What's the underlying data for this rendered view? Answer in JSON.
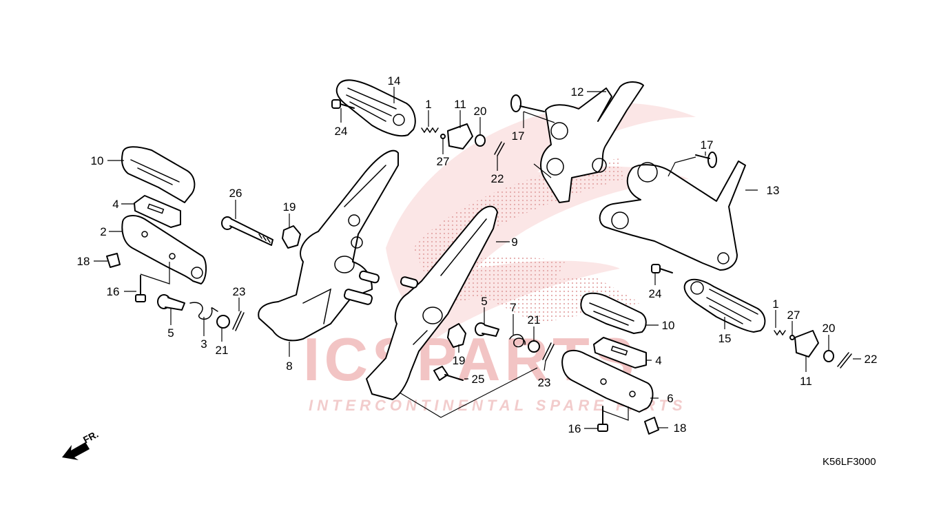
{
  "watermark": {
    "brand": "ICSPARTS",
    "tagline": "INTERCONTINENTAL SPARE PARTS"
  },
  "diagram_code": "K56LF3000",
  "direction_label": "FR.",
  "callouts": {
    "c14": "14",
    "c1a": "1",
    "c11a": "11",
    "c20a": "20",
    "c24a": "24",
    "c27a": "27",
    "c22a": "22",
    "c12": "12",
    "c17a": "17",
    "c10a": "10",
    "c4a": "4",
    "c2": "2",
    "c18a": "18",
    "c16a": "16",
    "c26": "26",
    "c19a": "19",
    "c9": "9",
    "c5a": "5",
    "c3": "3",
    "c21a": "21",
    "c23a": "23",
    "c8": "8",
    "c17b": "17",
    "c13": "13",
    "c24b": "24",
    "c5b": "5",
    "c7": "7",
    "c21b": "21",
    "c10b": "10",
    "c1b": "1",
    "c27b": "27",
    "c15": "15",
    "c20b": "20",
    "c22b": "22",
    "c11b": "11",
    "c19b": "19",
    "c25": "25",
    "c23b": "23",
    "c4b": "4",
    "c6": "6",
    "c16b": "16",
    "c18b": "18"
  }
}
